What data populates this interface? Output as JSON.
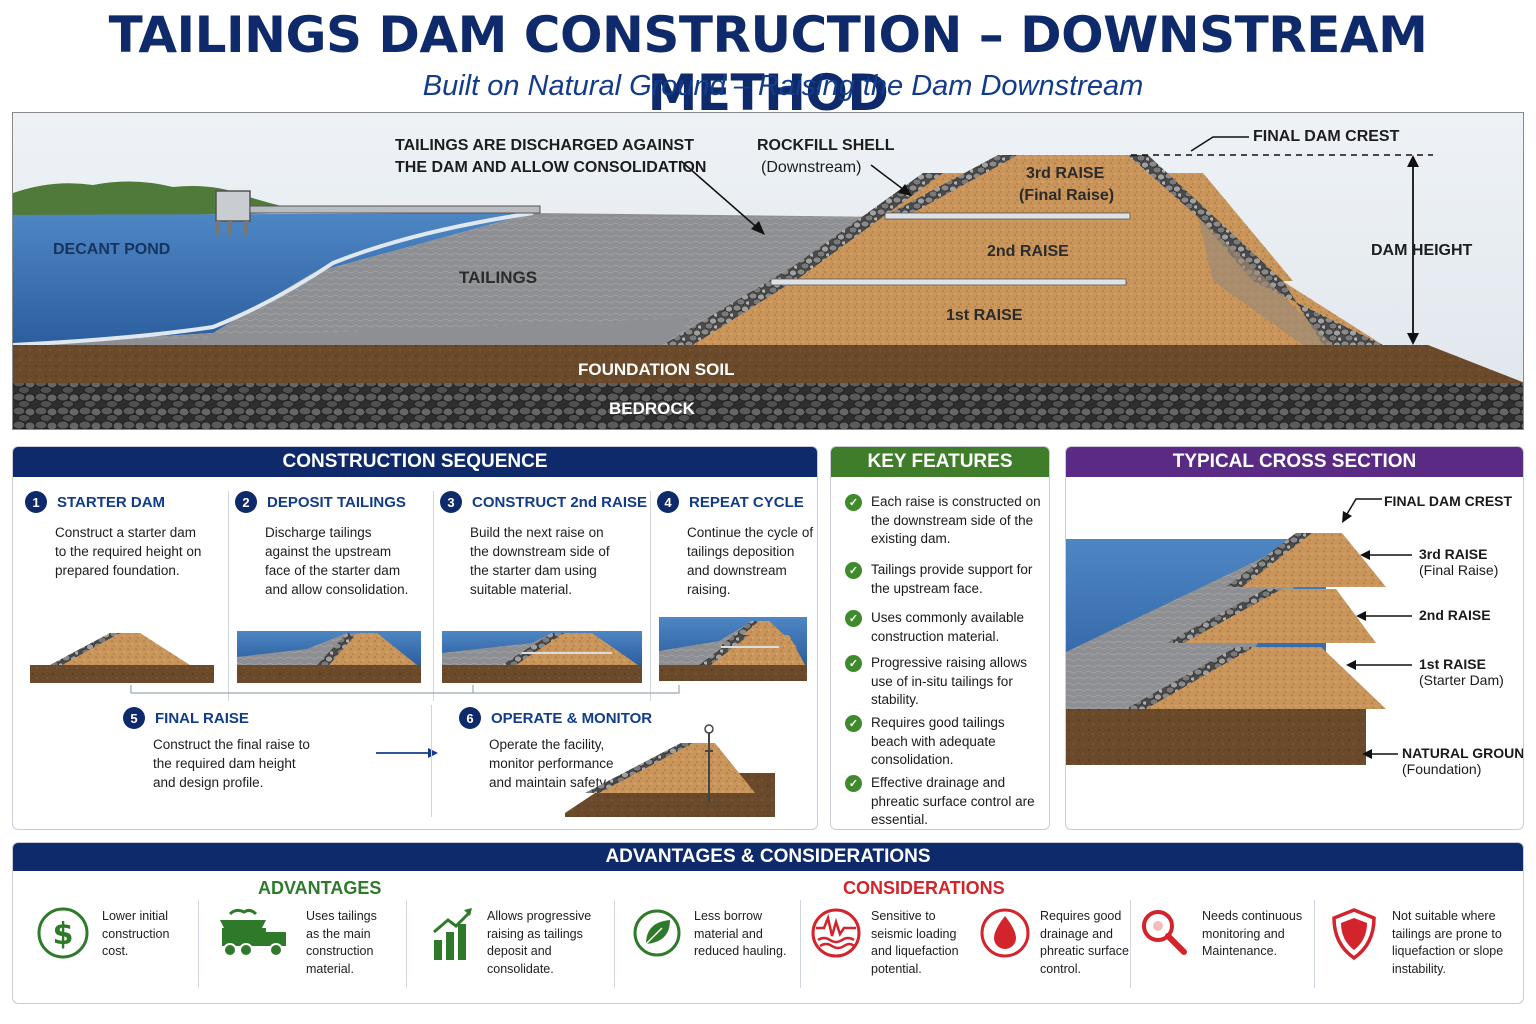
{
  "title": "TAILINGS DAM CONSTRUCTION – DOWNSTREAM METHOD",
  "subtitle": "Built on Natural Ground – Raising the Dam Downstream",
  "hero": {
    "decant_pond": "DECANT POND",
    "tailings": "TAILINGS",
    "discharge_note_1": "TAILINGS ARE DISCHARGED AGAINST",
    "discharge_note_2": "THE DAM AND ALLOW CONSOLIDATION",
    "rockfill_1": "ROCKFILL SHELL",
    "rockfill_2": "(Downstream)",
    "final_crest": "FINAL DAM CREST",
    "dam_height": "DAM HEIGHT",
    "raise3_1": "3rd RAISE",
    "raise3_2": "(Final Raise)",
    "raise2": "2nd RAISE",
    "raise1": "1st RAISE",
    "foundation": "FOUNDATION SOIL",
    "bedrock": "BEDROCK"
  },
  "sequence": {
    "heading": "CONSTRUCTION SEQUENCE",
    "steps": [
      {
        "num": "1",
        "title": "STARTER DAM",
        "text": "Construct a starter dam to the required height on prepared foundation."
      },
      {
        "num": "2",
        "title": "DEPOSIT TAILINGS",
        "text": "Discharge tailings against the upstream face of the starter dam and allow consolidation."
      },
      {
        "num": "3",
        "title": "CONSTRUCT 2nd RAISE",
        "text": "Build the next raise on the downstream side of the starter dam using suitable material."
      },
      {
        "num": "4",
        "title": "REPEAT CYCLE",
        "text": "Continue the cycle of tailings deposition and downstream raising."
      },
      {
        "num": "5",
        "title": "FINAL RAISE",
        "text": "Construct the final raise to the required dam height and design profile."
      },
      {
        "num": "6",
        "title": "OPERATE & MONITOR",
        "text": "Operate the facility, monitor performance and maintain safety."
      }
    ]
  },
  "features": {
    "heading": "KEY FEATURES",
    "items": [
      "Each raise is constructed on the downstream side of the existing dam.",
      "Tailings provide support for the upstream face.",
      "Uses commonly available construction material.",
      "Progressive raising allows use of in-situ tailings for stability.",
      "Requires good tailings beach with adequate consolidation.",
      "Effective drainage and phreatic surface control are essential."
    ]
  },
  "cross_section": {
    "heading": "TYPICAL CROSS SECTION",
    "final_crest": "FINAL DAM CREST",
    "raise3": "3rd RAISE",
    "raise3_sub": "(Final Raise)",
    "raise2": "2nd RAISE",
    "raise1": "1st RAISE",
    "raise1_sub": "(Starter Dam)",
    "natural_ground": "NATURAL GROUND",
    "natural_ground_sub": "(Foundation)"
  },
  "adv_cons": {
    "heading": "ADVANTAGES & CONSIDERATIONS",
    "advantages_heading": "ADVANTAGES",
    "considerations_heading": "CONSIDERATIONS",
    "advantages": [
      {
        "icon": "dollar-icon",
        "text": "Lower initial construction cost."
      },
      {
        "icon": "dump-truck-icon",
        "text": "Uses tailings as the main construction material."
      },
      {
        "icon": "growth-chart-icon",
        "text": "Allows progressive raising as tailings deposit and consolidate."
      },
      {
        "icon": "leaf-icon",
        "text": "Less borrow material and reduced hauling."
      }
    ],
    "considerations": [
      {
        "icon": "seismic-wave-icon",
        "text": "Sensitive to seismic loading and liquefaction potential."
      },
      {
        "icon": "water-drop-icon",
        "text": "Requires good drainage and phreatic surface control."
      },
      {
        "icon": "magnifier-icon",
        "text": "Needs continuous monitoring and Maintenance."
      },
      {
        "icon": "shield-icon",
        "text": "Not suitable where tailings are prone to liquefaction or slope instability."
      }
    ]
  },
  "colors": {
    "navy": "#0f2a6b",
    "green": "#3f7d2a",
    "purple": "#5a2a84",
    "considerations_red": "#d3232b",
    "advantages_green": "#2f7a2a"
  }
}
